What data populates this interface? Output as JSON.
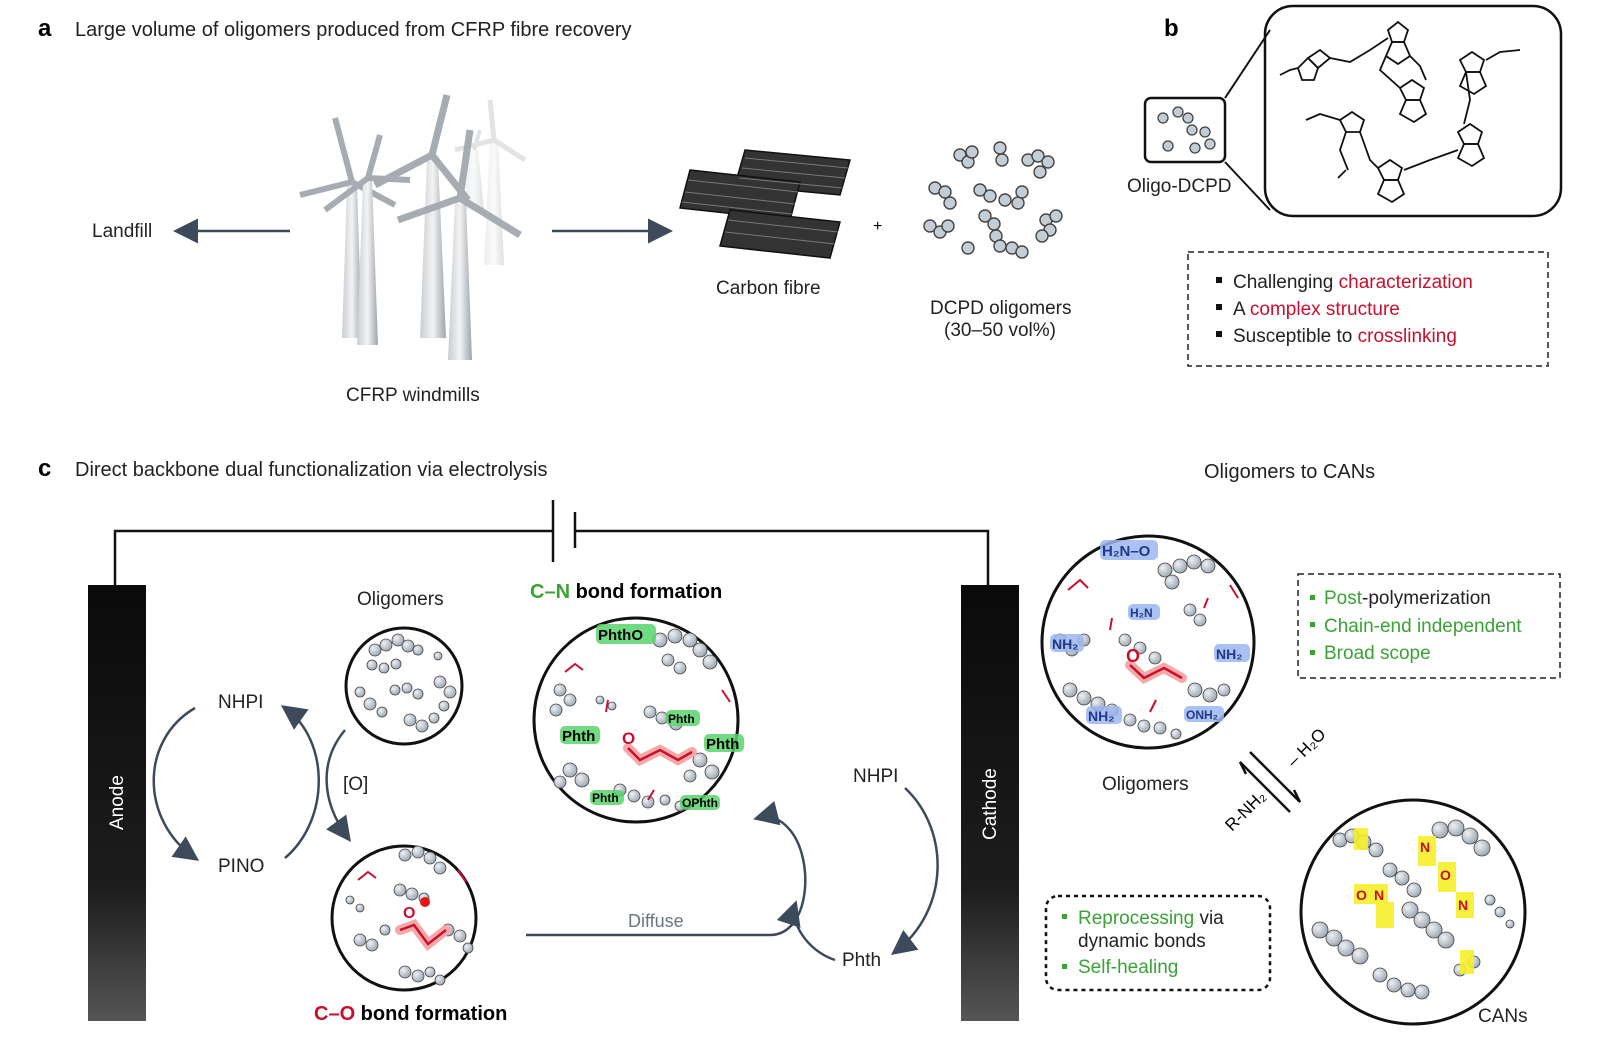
{
  "panel_a": {
    "letter": "a",
    "title": "Large volume of  oligomers produced from CFRP fibre recovery",
    "landfill": "Landfill",
    "windmills": "CFRP windmills",
    "carbon_fibre": "Carbon fibre",
    "plus": "+",
    "dcpd_line1": "DCPD oligomers",
    "dcpd_line2": "(30–50 vol%)"
  },
  "panel_b": {
    "letter": "b",
    "oligo_label": "Oligo-DCPD",
    "bullets": [
      {
        "prefix": "Challenging ",
        "highlight": "characterization",
        "suffix": ""
      },
      {
        "prefix": "A ",
        "highlight": "complex structure",
        "suffix": ""
      },
      {
        "prefix": "Susceptible to ",
        "highlight": "crosslinking",
        "suffix": ""
      }
    ]
  },
  "panel_c": {
    "letter": "c",
    "title": "Direct backbone dual functionalization via electrolysis",
    "anode": "Anode",
    "cathode": "Cathode",
    "oligomers_top": "Oligomers",
    "nhpi_left": "NHPI",
    "pino": "PINO",
    "oxidant": "[O]",
    "cn_prefix": "C–N",
    "cn_suffix": " bond formation",
    "co_prefix": "C–O",
    "co_suffix": " bond formation",
    "diffuse": "Diffuse",
    "nhpi_right": "NHPI",
    "phth": "Phth",
    "cn_circle_labels": [
      "PhthO",
      "Phth",
      "Phth",
      "Phth",
      "Phth",
      "OPhth"
    ],
    "co_circle_labels": [
      "O"
    ]
  },
  "panel_cans": {
    "title": "Oligomers to CANs",
    "oligomers": "Oligomers",
    "cans": "CANs",
    "reagent": "R-NH₂",
    "byproduct": "– H₂O",
    "circle_labels": [
      "H₂N–O",
      "H₂N",
      "NH₂",
      "NH₂",
      "NH₂",
      "ONH₂"
    ],
    "features_top": [
      {
        "highlight": "Post",
        "rest": "-polymerization"
      },
      {
        "highlight": "Chain-end independent",
        "rest": ""
      },
      {
        "highlight": "Broad scope",
        "rest": ""
      }
    ],
    "features_bottom": [
      {
        "highlight": "Reprocessing",
        "rest": " via",
        "line2": "dynamic bonds"
      },
      {
        "highlight": "Self-healing",
        "rest": "",
        "line2": ""
      }
    ]
  },
  "colors": {
    "red": "#c8102e",
    "green": "#3aa335",
    "arrow": "#3c4a5c",
    "electrode": "#111111",
    "bead": "#b9c3cc",
    "highlight_red": "#f4a9a8",
    "highlight_green": "#5bd36f",
    "highlight_blue": "#9cb6ef",
    "highlight_yellow": "#f5ef2a"
  }
}
